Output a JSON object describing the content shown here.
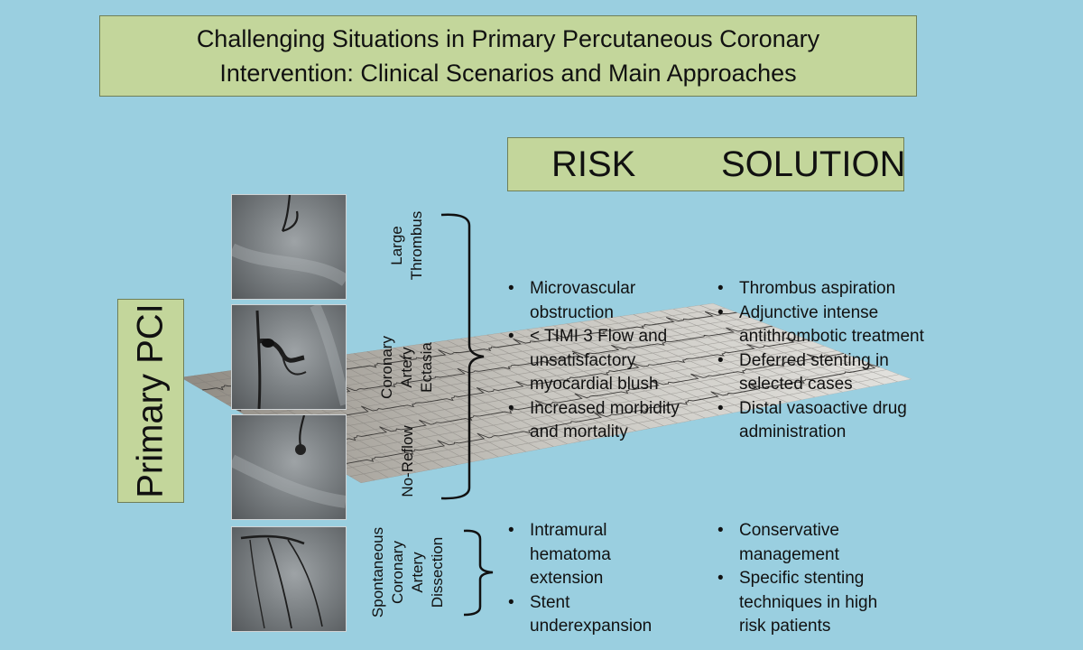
{
  "title": {
    "line1": "Challenging Situations in Primary Percutaneous Coronary",
    "line2": "Intervention: Clinical Scenarios and Main Approaches"
  },
  "headers": {
    "risk": "RISK",
    "solution": "SOLUTION"
  },
  "side_label": "Primary PCI",
  "scenarios": {
    "large_thrombus": [
      "Large",
      "Thrombus"
    ],
    "coronary_artery_ectasia": [
      "Coronary",
      "Artery",
      "Ectasia"
    ],
    "no_reflow": [
      "No-Reflow"
    ],
    "scad": [
      "Spontaneous",
      "Coronary",
      "Artery",
      "Dissection"
    ]
  },
  "group1": {
    "risks": [
      "Microvascular obstruction",
      "< TIMI 3 Flow and unsatisfactory myocardial blush",
      "Increased morbidity and mortality"
    ],
    "solutions": [
      "Thrombus aspiration",
      "Adjunctive intense antithrombotic treatment",
      "Deferred stenting in selected cases",
      "Distal vasoactive drug administration"
    ]
  },
  "group2": {
    "risks": [
      "Intramural hematoma extension",
      "Stent underexpansion"
    ],
    "solutions": [
      "Conservative management",
      "Specific stenting techniques in high risk patients"
    ]
  },
  "colors": {
    "background": "#9acfe0",
    "box_fill": "#c3d69b",
    "text": "#111111"
  }
}
